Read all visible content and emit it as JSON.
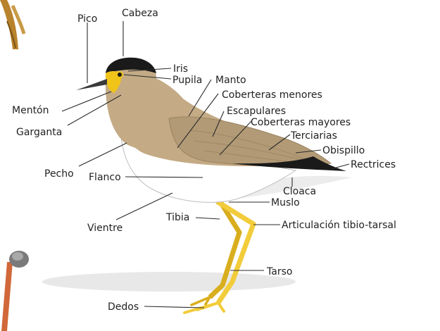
{
  "diagram": {
    "labels": {
      "pico": "Pico",
      "cabeza": "Cabeza",
      "iris": "Iris",
      "pupila": "Pupila",
      "manto": "Manto",
      "coberteras_menores": "Coberteras menores",
      "escapulares": "Escapulares",
      "coberteras_mayores": "Coberteras mayores",
      "terciarias": "Terciarias",
      "obispillo": "Obispillo",
      "rectrices": "Rectrices",
      "menton": "Mentón",
      "garganta": "Garganta",
      "pecho": "Pecho",
      "flanco": "Flanco",
      "cloaca": "Cloaca",
      "muslo": "Muslo",
      "tibia": "Tibia",
      "articulacion": "Articulación tibio-tarsal",
      "vientre": "Vientre",
      "tarso": "Tarso",
      "dedos": "Dedos"
    },
    "colors": {
      "body_tan": "#c4ab86",
      "wing_tan": "#b29a76",
      "cap_black": "#1a1a1a",
      "face_yellow": "#f0c419",
      "leg_yellow": "#f2cc3a",
      "belly_white": "#ffffff",
      "shadow_gray": "#e6e6e6"
    }
  }
}
